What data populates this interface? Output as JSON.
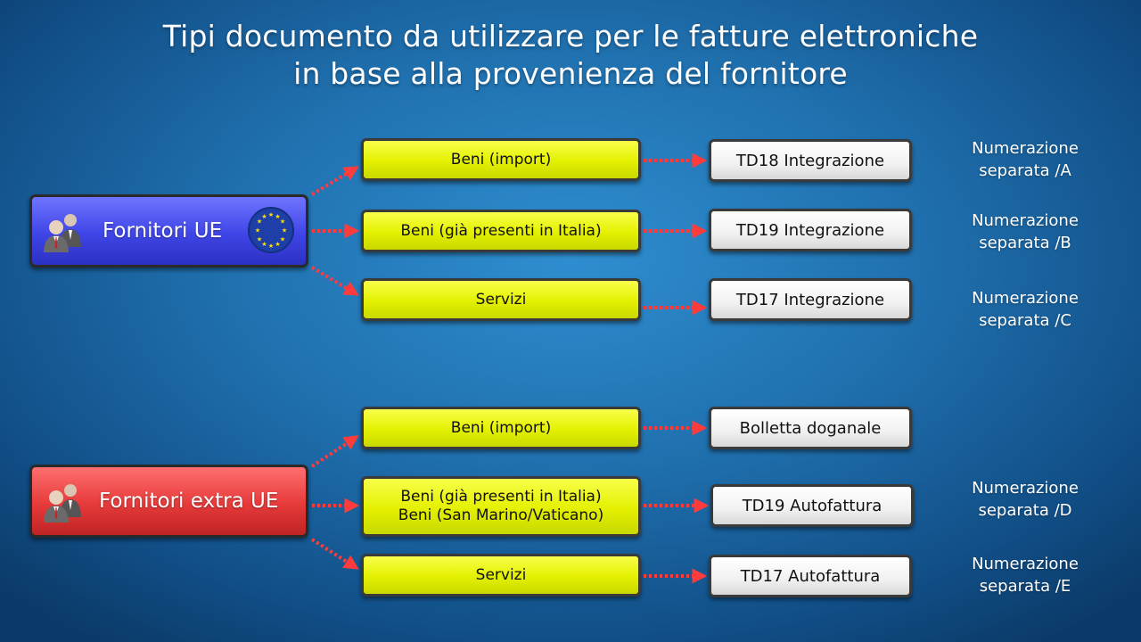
{
  "title": {
    "line1": "Tipi documento da utilizzare per le fatture elettroniche",
    "line2": "in base alla provenienza del fornitore"
  },
  "colors": {
    "ue": "#3f45e6",
    "extra_ue": "#e63a3a",
    "category": "#e4f000",
    "document": "#f1f1f1",
    "arrow": "#ff3b3b"
  },
  "icons": [
    "people-icon",
    "eu-flag-icon"
  ],
  "groups": [
    {
      "source": "Fornitori UE",
      "rows": [
        {
          "category": "Beni (import)",
          "document": "TD18 Integrazione",
          "note_line1": "Numerazione",
          "note_line2": "separata /A"
        },
        {
          "category": "Beni (già presenti in Italia)",
          "document": "TD19 Integrazione",
          "note_line1": "Numerazione",
          "note_line2": "separata /B"
        },
        {
          "category": "Servizi",
          "document": "TD17 Integrazione",
          "note_line1": "Numerazione",
          "note_line2": "separata /C"
        }
      ]
    },
    {
      "source": "Fornitori extra UE",
      "rows": [
        {
          "category": "Beni (import)",
          "document": "Bolletta doganale"
        },
        {
          "category_line1": "Beni (già presenti in Italia)",
          "category_line2": "Beni (San Marino/Vaticano)",
          "document": "TD19 Autofattura",
          "note_line1": "Numerazione",
          "note_line2": "separata /D"
        },
        {
          "category": "Servizi",
          "document": "TD17 Autofattura",
          "note_line1": "Numerazione",
          "note_line2": "separata /E"
        }
      ]
    }
  ]
}
